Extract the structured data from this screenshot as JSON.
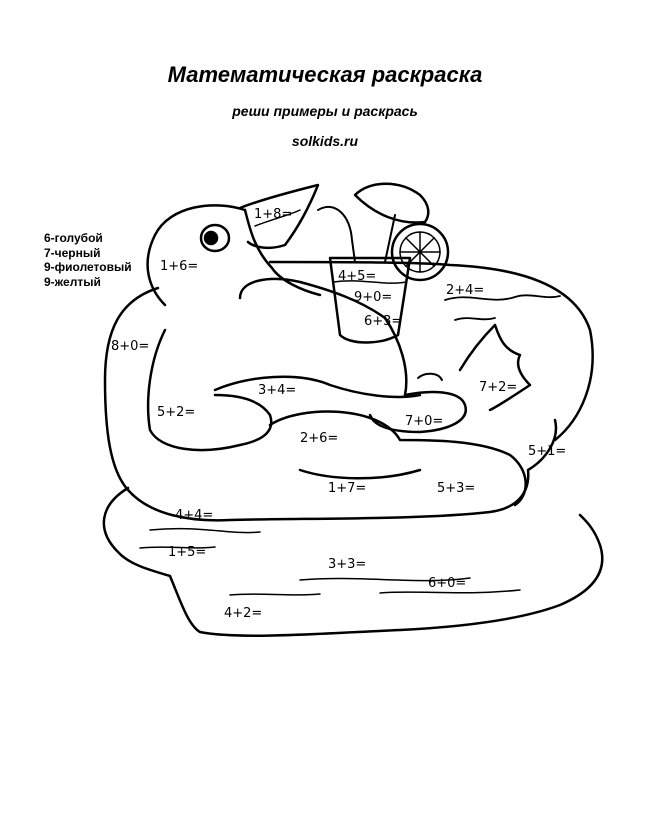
{
  "header": {
    "title": "Математическая раскраска",
    "subtitle": "реши примеры и раскрась",
    "site": "solkids.ru"
  },
  "legend": [
    "6-голубой",
    "7-черный",
    "9-фиолетовый",
    "9-желтый"
  ],
  "examples": [
    "1+8=",
    "1+6=",
    "4+5=",
    "9+0=",
    "6+3=",
    "2+4=",
    "8+0=",
    "3+4=",
    "7+2=",
    "5+2=",
    "7+0=",
    "2+6=",
    "5+1=",
    "1+7=",
    "5+3=",
    "4+4=",
    "1+5=",
    "3+3=",
    "6+0=",
    "4+2="
  ],
  "colors": {
    "line": "#000000",
    "background": "#ffffff"
  }
}
